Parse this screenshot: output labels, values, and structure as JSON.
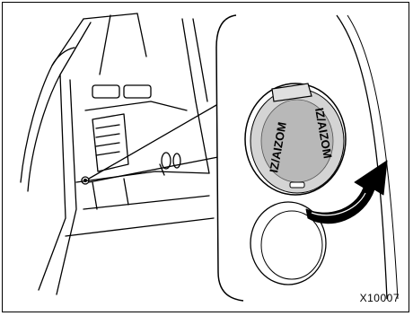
{
  "figure": {
    "cap_label_left": "IZ/AIZOM",
    "cap_label_right": "IZ/AIZOM",
    "figure_code": "X10007"
  }
}
